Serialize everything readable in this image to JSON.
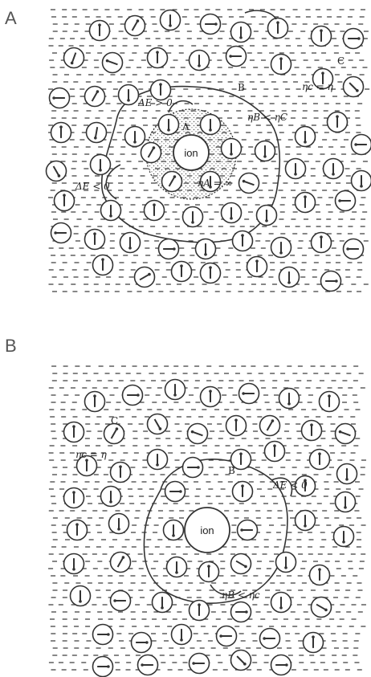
{
  "panels": [
    {
      "label": "A",
      "ion_text": "ion",
      "region_labels": [
        "A",
        "B",
        "C"
      ],
      "annotations": [
        "ΔE > 0",
        "ΔE < 0",
        "ηA = ∞",
        "ηB < ηC",
        "ηc = η"
      ]
    },
    {
      "label": "B",
      "ion_text": "ion",
      "region_labels": [
        "B",
        "C"
      ],
      "annotations": [
        "ΔE < 0",
        "ηc = η",
        "ηB < ηc"
      ]
    }
  ],
  "colors": {
    "ink": "#333333",
    "hatch": "#333333",
    "stipple": "#555555"
  }
}
